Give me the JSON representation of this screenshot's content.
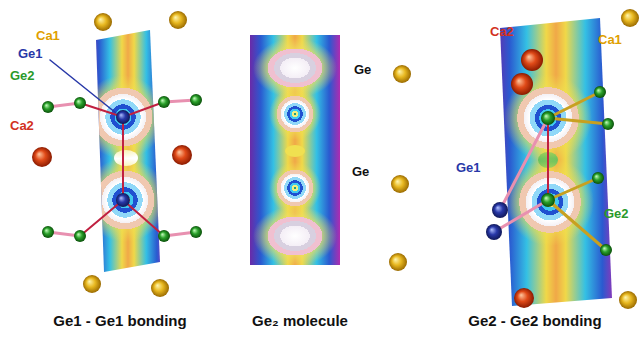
{
  "diagram": {
    "labels": [
      "Ca1",
      "Ge1",
      "Ge2",
      "Ca2",
      "Ge1 - Ge1 bonding",
      "Ge",
      "Ge",
      "Ge₂ molecule",
      "Ca2",
      "Ca1",
      "Ge1",
      "Ge2",
      "Ge2 - Ge2 bonding"
    ]
  }
}
